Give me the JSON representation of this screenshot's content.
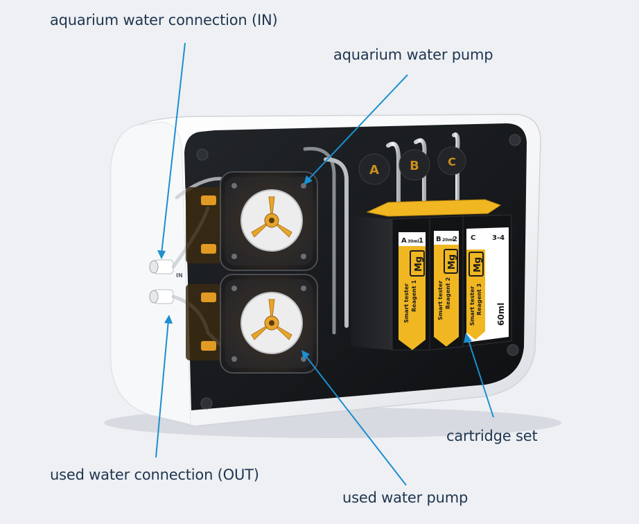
{
  "labels": {
    "water_in": "aquarium water connection (IN)",
    "water_pump": "aquarium water pump",
    "cartridge_set": "cartridge set",
    "water_out": "used water connection (OUT)",
    "used_pump": "used water pump"
  },
  "device": {
    "cap_letters": [
      "A",
      "B",
      "C"
    ],
    "port_label": "IN",
    "cartridges": [
      {
        "letter": "A",
        "volume": "30ml",
        "number": "1",
        "element": "Mg",
        "brand": "Smart tester",
        "reagent": "Reagent 1"
      },
      {
        "letter": "B",
        "volume": "20ml",
        "number": "2",
        "element": "Mg",
        "brand": "Smart tester",
        "reagent": "Reagent 2"
      },
      {
        "letter": "C",
        "volume": "60ml",
        "number": "3-4",
        "element": "Mg",
        "brand": "Smart tester",
        "reagent": "Reagent 3"
      }
    ]
  },
  "colors": {
    "background": "#eef0f3",
    "label_text": "#1e3550",
    "pointer_line": "#1b8fd0",
    "housing": "#ffffff",
    "interior": "#17191c",
    "accent_yellow": "#f0b722",
    "pump_rotor": "#e7a52c"
  }
}
